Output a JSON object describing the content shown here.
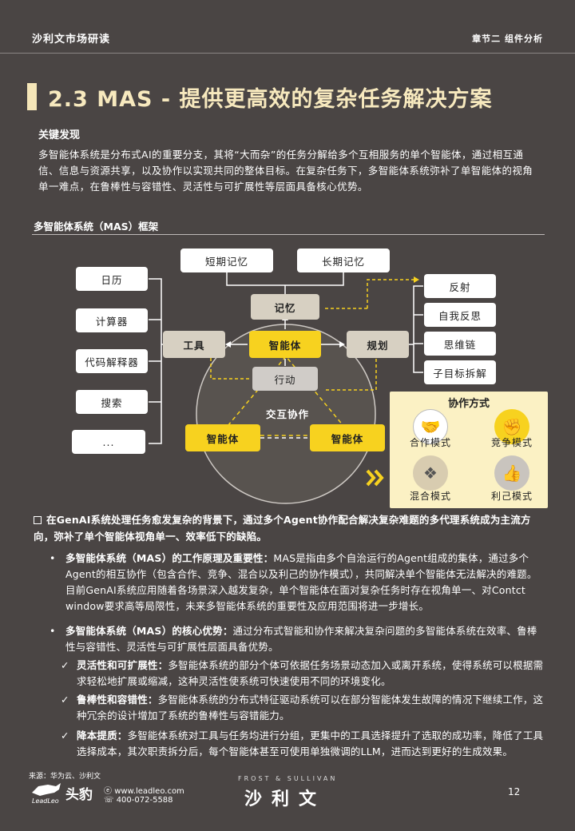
{
  "header": {
    "left": "沙利文市场研读",
    "right": "章节二  组件分析"
  },
  "title": "2.3 MAS - 提供更高效的复杂任务解决方案",
  "key_findings": {
    "label": "关键发现",
    "body": "多智能体系统是分布式AI的重要分支，其将“大而杂”的任务分解给多个互相服务的单个智能体，通过相互通信、信息与资源共享，以及协作以实现共同的整体目标。在复杂任务下，多智能体系统弥补了单智能体的视角单一难点，在鲁棒性与容错性、灵活性与可扩展性等层面具备核心优势。"
  },
  "framework_label": "多智能体系统（MAS）框架",
  "diagram": {
    "tools": [
      "日历",
      "计算器",
      "代码解释器",
      "搜索",
      "..."
    ],
    "memory_top": [
      "短期记忆",
      "长期记忆"
    ],
    "center": {
      "memory": "记忆",
      "tool": "工具",
      "agent": "智能体",
      "plan": "规划",
      "action": "行动",
      "collab": "交互协作",
      "agent_left": "智能体",
      "agent_right": "智能体"
    },
    "planning": [
      "反射",
      "自我反思",
      "思维链",
      "子目标拆解"
    ],
    "collab_panel": {
      "title": "协作方式",
      "modes": [
        "合作模式",
        "竞争模式",
        "混合模式",
        "利己模式"
      ]
    }
  },
  "bullets": {
    "intro": "在GenAI系统处理任务愈发复杂的背景下，通过多个Agent协作配合解决复杂难题的多代理系统成为主流方向，弥补了单个智能体视角单一、效率低下的缺陷。",
    "items": [
      {
        "head": "多智能体系统（MAS）的工作原理及重要性：",
        "text": "MAS是指由多个自治运行的Agent组成的集体，通过多个Agent的相互协作（包含合作、竞争、混合以及利己的协作模式），共同解决单个智能体无法解决的难题。目前GenAI系统应用随着各场景深入越发复杂，单个智能体在面对复杂任务时存在视角单一、对Contct window要求高等局限性，未来多智能体系统的重要性及应用范围将进一步增长。"
      },
      {
        "head": "多智能体系统（MAS）的核心优势：",
        "text": "通过分布式智能和协作来解决复杂问题的多智能体系统在效率、鲁棒性与容错性、灵活性与可扩展性层面具备优势。"
      }
    ],
    "sub": [
      {
        "head": "灵活性和可扩展性：",
        "text": "多智能体系统的部分个体可依据任务场景动态加入或离开系统，使得系统可以根据需求轻松地扩展或缩减，这种灵活性使系统可快速使用不同的环境变化。"
      },
      {
        "head": "鲁棒性和容错性：",
        "text": "多智能体系统的分布式特征驱动系统可以在部分智能体发生故障的情况下继续工作，这种冗余的设计增加了系统的鲁棒性与容错能力。"
      },
      {
        "head": "降本提质：",
        "text": "多智能体系统对工具与任务均进行分组，更集中的工具选择提升了选取的成功率，降低了工具选择成本，其次职责拆分后，每个智能体甚至可使用单独微调的LLM，进而达到更好的生成效果。"
      }
    ]
  },
  "footer": {
    "source": "来源：华为云、沙利文",
    "logo": "头豹",
    "logo_sub": "LeadLeo",
    "site": "www.leadleo.com",
    "phone": "400-072-5588",
    "brand_top": "FROST & SULLIVAN",
    "brand": "沙利文",
    "page": "12"
  }
}
